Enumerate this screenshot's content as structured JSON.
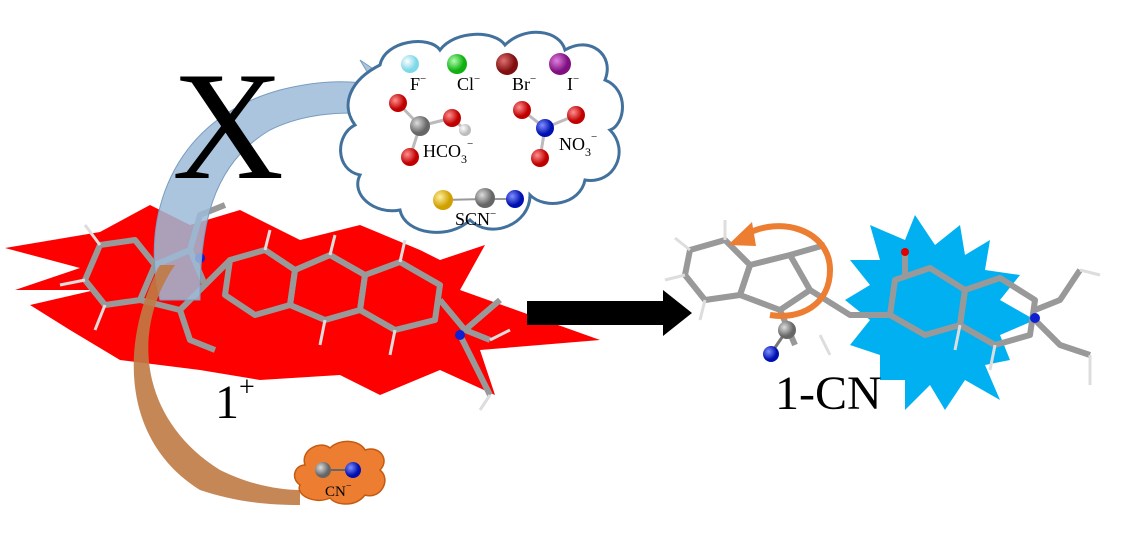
{
  "labels": {
    "excluded_mark": "X",
    "probe": "1",
    "probe_charge": "+",
    "product": "1-CN",
    "anion_F": "F",
    "anion_Cl": "Cl",
    "anion_Br": "Br",
    "anion_I": "I",
    "anion_HCO3_main": "HCO",
    "anion_HCO3_sub": "3",
    "anion_NO3_main": "NO",
    "anion_NO3_sub": "3",
    "anion_SCN": "SCN",
    "anion_CN": "CN",
    "minus": "−"
  },
  "colors": {
    "probe_star": "#ff0000",
    "product_star": "#00b0f0",
    "blue_arrow": "#9dbbd8",
    "orange_arrow": "#c07a45",
    "orange_cloud": "#ed7d31",
    "cloud_outline": "#41719c",
    "F": "#a0e8f0",
    "Cl": "#1ed81e",
    "Br": "#a02020",
    "I": "#9a1aa0",
    "O": "#e00000",
    "C": "#8a8a8a",
    "H": "#e8e8e8",
    "N": "#1020d0",
    "S": "#f0c020"
  }
}
